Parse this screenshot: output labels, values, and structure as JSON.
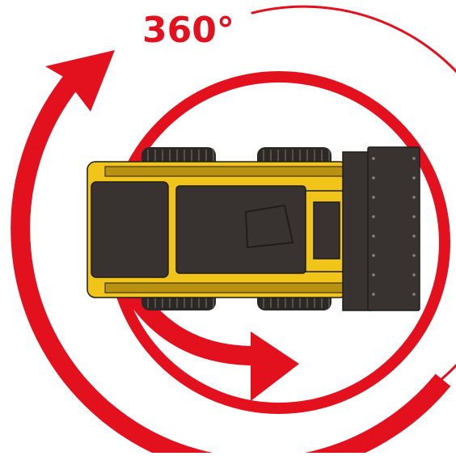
{
  "rotation_label": {
    "text": "360°"
  },
  "colors": {
    "arrow": "#e3101e",
    "body": "#f0c419",
    "body_dark": "#b8920f",
    "dark": "#383330",
    "tire": "#2b2826",
    "background": "#ffffff"
  },
  "icons": {
    "machine": "skid-steer-loader-top-view",
    "rotation": "rotation-arrows"
  }
}
